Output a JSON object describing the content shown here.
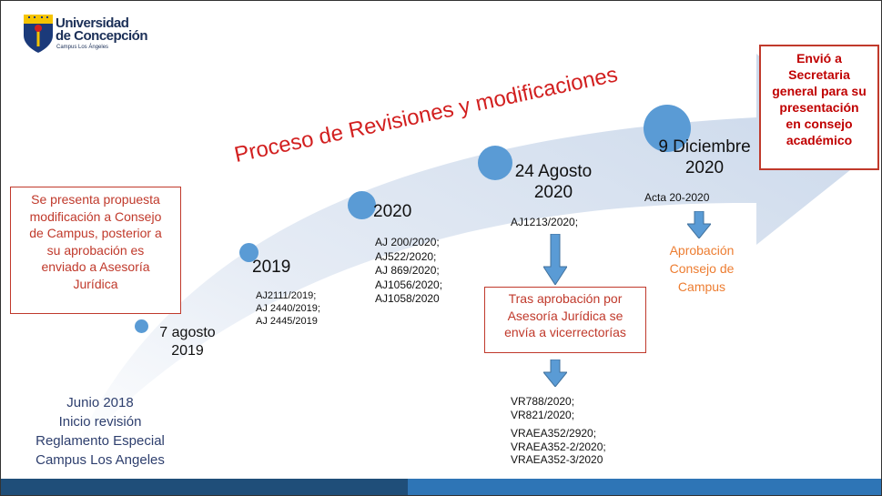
{
  "logo": {
    "line1": "Universidad",
    "line2": "de Concepción",
    "line3": "Campus Los Ángeles"
  },
  "title": "Proceso de Revisiones y modificaciones",
  "start_label": {
    "lines": [
      "Junio 2018",
      "Inicio revisión",
      "Reglamento Especial",
      "Campus Los Angeles"
    ]
  },
  "left_box": {
    "lines": [
      "Se presenta propuesta",
      "modificación a Consejo",
      "de Campus, posterior a",
      "su aprobación es",
      "enviado a Asesoría",
      "Jurídica"
    ]
  },
  "milestones": [
    {
      "date_lines": [
        "7 agosto",
        "2019"
      ]
    },
    {
      "date_lines": [
        "2019"
      ],
      "refs": [
        "AJ2111/2019;",
        "AJ 2440/2019;",
        "AJ 2445/2019"
      ]
    },
    {
      "date_lines": [
        "2020"
      ],
      "refs": [
        "AJ 200/2020;",
        "AJ522/2020;",
        "AJ 869/2020;",
        "AJ1056/2020;",
        "AJ1058/2020"
      ]
    },
    {
      "date_lines": [
        "24 Agosto",
        "2020"
      ],
      "refs": [
        "AJ1213/2020;"
      ]
    },
    {
      "date_lines": [
        "9 Diciembre",
        "2020"
      ],
      "refs": [
        "Acta 20-2020"
      ]
    }
  ],
  "middle_box": {
    "lines": [
      "Tras aprobación por",
      "Asesoría Jurídica se",
      "envía a vicerrectorías"
    ]
  },
  "vr_refs": [
    "VR788/2020;",
    "VR821/2020;",
    "",
    "VRAEA352/2920;",
    "VRAEA352-2/2020;",
    "VRAEA352-3/2020"
  ],
  "approval": {
    "lines": [
      "Aprobación",
      "Consejo de",
      "Campus"
    ]
  },
  "right_box": {
    "lines": [
      "Envió a",
      "Secretaria",
      "general para su",
      "presentación",
      "en consejo",
      "académico"
    ]
  },
  "colors": {
    "title_red": "#d21f1f",
    "box_border": "#c0392b",
    "dot_blue": "#5a9bd5",
    "arrow_fill": "#dce6f1",
    "footer_left": "#1f4e79",
    "footer_right": "#2e75b6",
    "approval_orange": "#ed7d31"
  }
}
